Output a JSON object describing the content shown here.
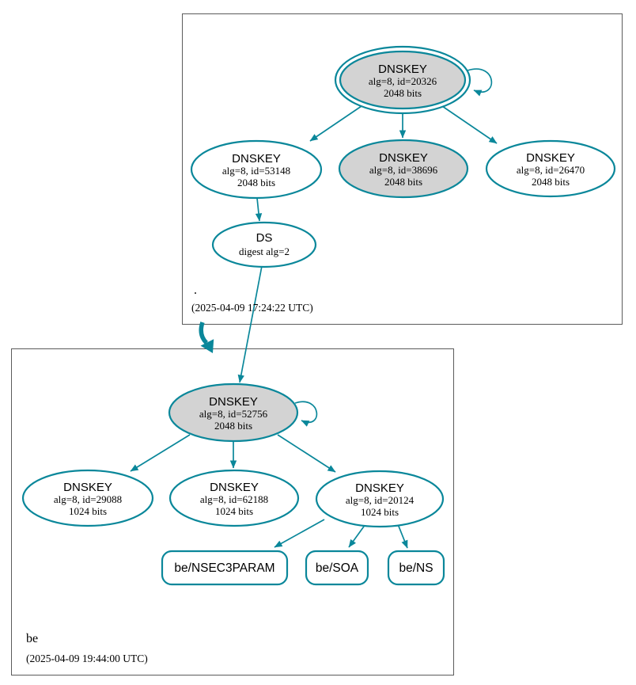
{
  "colors": {
    "accent": "#0a879a",
    "node_fill": "#d3d3d3",
    "zone_border": "#5b5b5b",
    "background": "#ffffff",
    "text": "#000000"
  },
  "zones": {
    "root": {
      "label": ".",
      "timestamp": "(2025-04-09 17:24:22 UTC)",
      "nodes": {
        "ksk20326": {
          "title": "DNSKEY",
          "alg": "alg=8, id=20326",
          "bits": "2048 bits"
        },
        "zsk53148": {
          "title": "DNSKEY",
          "alg": "alg=8, id=53148",
          "bits": "2048 bits"
        },
        "key38696": {
          "title": "DNSKEY",
          "alg": "alg=8, id=38696",
          "bits": "2048 bits"
        },
        "key26470": {
          "title": "DNSKEY",
          "alg": "alg=8, id=26470",
          "bits": "2048 bits"
        },
        "ds": {
          "title": "DS",
          "digest": "digest alg=2"
        }
      }
    },
    "be": {
      "label": "be",
      "timestamp": "(2025-04-09 19:44:00 UTC)",
      "nodes": {
        "ksk52756": {
          "title": "DNSKEY",
          "alg": "alg=8, id=52756",
          "bits": "2048 bits"
        },
        "zsk29088": {
          "title": "DNSKEY",
          "alg": "alg=8, id=29088",
          "bits": "1024 bits"
        },
        "zsk62188": {
          "title": "DNSKEY",
          "alg": "alg=8, id=62188",
          "bits": "1024 bits"
        },
        "zsk20124": {
          "title": "DNSKEY",
          "alg": "alg=8, id=20124",
          "bits": "1024 bits"
        },
        "nsec3param": {
          "label": "be/NSEC3PARAM"
        },
        "soa": {
          "label": "be/SOA"
        },
        "ns": {
          "label": "be/NS"
        }
      }
    }
  }
}
